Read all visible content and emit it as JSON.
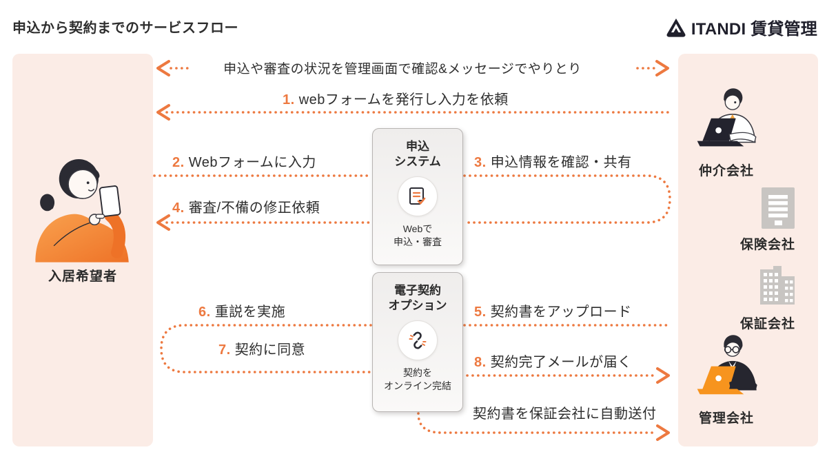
{
  "page": {
    "title": "申込から契約までのサービスフロー"
  },
  "brand": {
    "name": "ITANDI 賃貸管理",
    "mark_icon": "itandi-triangle-mark"
  },
  "colors": {
    "accent_orange": "#ED7940",
    "panel_pink": "#FBECE6",
    "text_dark": "#2E2E2E",
    "icon_gray": "#C8C5C2",
    "brand_dark": "#20202C"
  },
  "actors": {
    "applicant": {
      "label": "入居希望者",
      "icon": "woman-with-smartphone"
    },
    "broker": {
      "label": "仲介会社",
      "icon": "man-at-laptop"
    },
    "insurance": {
      "label": "保険会社",
      "icon": "office-building"
    },
    "guarantor": {
      "label": "保証会社",
      "icon": "office-building"
    },
    "manager": {
      "label": "管理会社",
      "icon": "man-at-laptop"
    }
  },
  "cards": {
    "application": {
      "title_line1": "申込",
      "title_line2": "システム",
      "icon": "form-check-icon",
      "caption_line1": "Webで",
      "caption_line2": "申込・審査"
    },
    "contract": {
      "title_line1": "電子契約",
      "title_line2": "オプション",
      "icon": "chain-link-icon",
      "caption_line1": "契約を",
      "caption_line2": "オンライン完結"
    }
  },
  "flows": {
    "exchange": {
      "label": "申込や審査の状況を管理画面で確認&メッセージでやりとり"
    },
    "s1": {
      "num": "1.",
      "label": "webフォームを発行し入力を依頼"
    },
    "s2": {
      "num": "2.",
      "label": "Webフォームに入力"
    },
    "s3": {
      "num": "3.",
      "label": "申込情報を確認・共有"
    },
    "s4": {
      "num": "4.",
      "label": "審査/不備の修正依頼"
    },
    "s5": {
      "num": "5.",
      "label": "契約書をアップロード"
    },
    "s6": {
      "num": "6.",
      "label": "重説を実施"
    },
    "s7": {
      "num": "7.",
      "label": "契約に同意"
    },
    "s8": {
      "num": "8.",
      "label": "契約完了メールが届く"
    },
    "auto": {
      "label": "契約書を保証会社に自動送付"
    }
  }
}
